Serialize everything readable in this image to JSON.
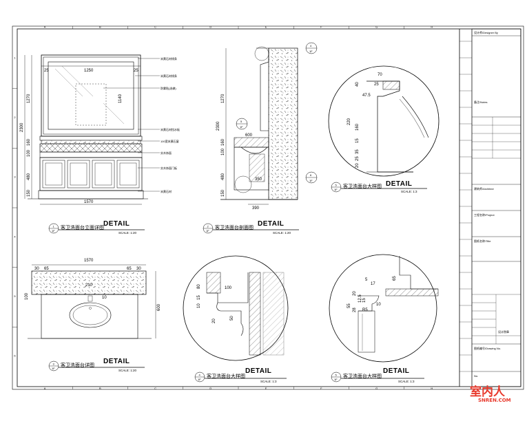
{
  "border": {
    "cols": [
      "A",
      "B",
      "C",
      "D",
      "E",
      "F",
      "G",
      "H"
    ],
    "rows": [
      "1",
      "2",
      "3",
      "4",
      "5",
      "6"
    ]
  },
  "views": {
    "v1": {
      "number": "1",
      "sheet": "1F",
      "title": "客卫洗面台立面详图",
      "scale": "SCALE: 1:20",
      "detail": "DETAIL"
    },
    "v2": {
      "number": "2",
      "sheet": "1F",
      "title": "客卫洗面台剖面图",
      "scale": "SCALE: 1:20",
      "detail": "DETAIL"
    },
    "v3": {
      "number": "3",
      "sheet": "1F",
      "title": "客卫洗面台详图",
      "scale": "SCALE: 1:20",
      "detail": "DETAIL"
    },
    "v4": {
      "number": "4",
      "sheet": "1F",
      "title": "客卫洗面台大样图",
      "scale": "SCALE: 1:3",
      "detail": "DETAIL"
    },
    "v5": {
      "number": "5",
      "sheet": "1F",
      "title": "客卫洗面台大样图",
      "scale": "SCALE: 1:3",
      "detail": "DETAIL"
    },
    "v5b": {
      "number": "5",
      "sheet": "1F",
      "title": "客卫洗面台大样图",
      "scale": "SCALE: 1:3",
      "detail": "DETAIL"
    }
  },
  "elevation": {
    "dims_top": [
      "25",
      "1250",
      "25"
    ],
    "dim_height_total": "2300",
    "dims_left": [
      "1270",
      "160",
      "100",
      "480",
      "150"
    ],
    "dim_1140": "1140",
    "dim_bottom": "1570",
    "labels": [
      "米黄石材线条",
      "米黄石材线条",
      "防雾贴(选做)",
      "米黄石材挡水板",
      "100宽米黄石窗",
      "实木饰面",
      "实木饰面门板",
      "米黄石材"
    ]
  },
  "section": {
    "dim_height_total": "2300",
    "dims_left": [
      "1270",
      "160",
      "100",
      "480",
      "150"
    ],
    "dim_600": "600",
    "dim_350": "350",
    "dim_390": "390",
    "callouts": [
      "4",
      "5",
      "6"
    ],
    "sheet": "1F"
  },
  "plan": {
    "dims_top_total": "1570",
    "dims_top": [
      "30",
      "65",
      "65",
      "30"
    ],
    "dim_210": "210",
    "dim_right": "600",
    "dim_left": "100",
    "dim_small": "10"
  },
  "detail5": {
    "dims": [
      "70",
      "40",
      "25",
      "47.5",
      "220",
      "160",
      "15",
      "35",
      "25",
      "20"
    ]
  },
  "detail4": {
    "dims": [
      "100",
      "80",
      "15",
      "10",
      "20",
      "50"
    ]
  },
  "detail6": {
    "dims": [
      "55",
      "20",
      "5",
      "17",
      "65",
      "12.5",
      "15",
      "R5",
      "10",
      "28"
    ]
  },
  "titleblock": {
    "designer_label": "设计师/Designer By",
    "notes_label": "备注/Notes",
    "architect_label": "建筑师/Architect",
    "project_label": "工程名称/Project",
    "drawing_title_label": "图纸名称/Title",
    "stamp_label": "设计院章",
    "drawing_no_label": "图纸编号/Drawing No.",
    "number_label": "No."
  },
  "watermark": {
    "text": "室内人",
    "url": "SNREN.COM"
  },
  "colors": {
    "line": "#000000",
    "hatch": "#555555",
    "watermark": "#e8382b",
    "paper": "#ffffff"
  }
}
